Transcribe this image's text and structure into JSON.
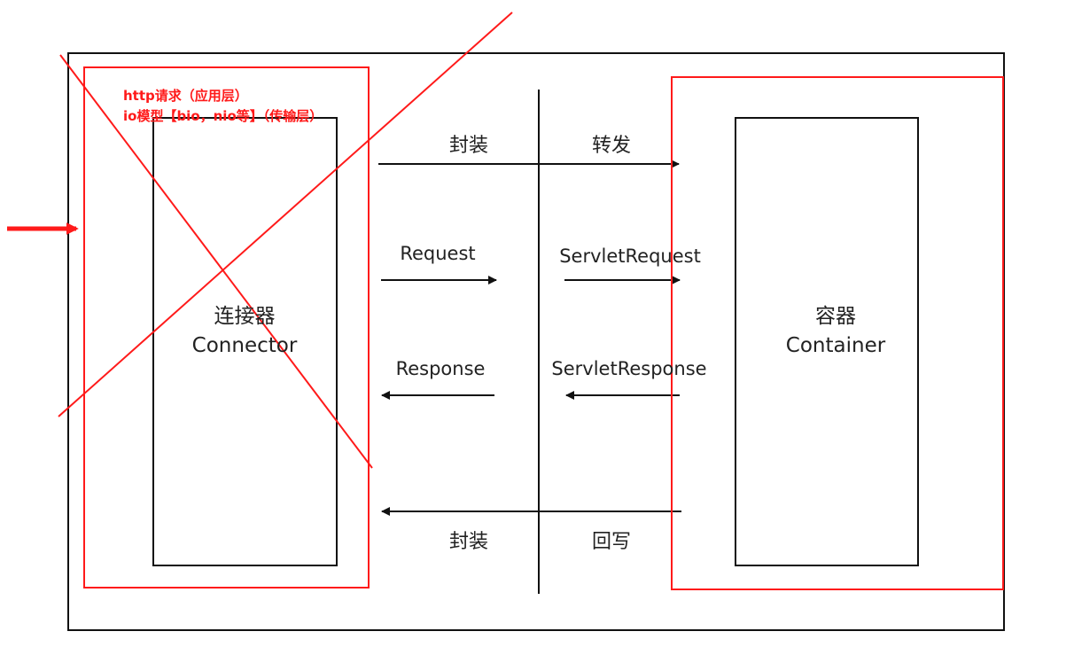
{
  "colors": {
    "ink": "#111111",
    "annotation": "#ff1a1a"
  },
  "connector": {
    "title_cn": "连接器",
    "title_en": "Connector"
  },
  "container": {
    "title_cn": "容器",
    "title_en": "Container"
  },
  "annotation": {
    "line1": "http请求（应用层）",
    "line2": "io模型【bio，nio等】（传输层）"
  },
  "flows": {
    "top_left": "封装",
    "top_right": "转发",
    "request": "Request",
    "servlet_request": "ServletRequest",
    "response": "Response",
    "servlet_response": "ServletResponse",
    "bottom_left": "封装",
    "bottom_right": "回写"
  }
}
